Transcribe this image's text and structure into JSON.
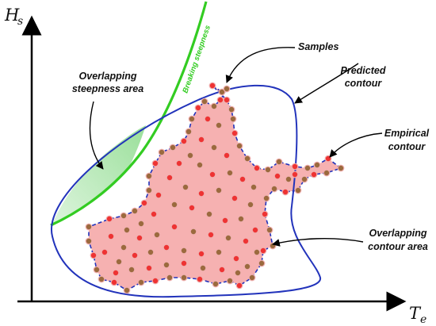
{
  "axes": {
    "y_label_main": "H",
    "y_label_sub": "s",
    "x_label_main": "T",
    "x_label_sub": "e"
  },
  "annotations": {
    "samples": "Samples",
    "predicted_line1": "Predicted",
    "predicted_line2": "contour",
    "empirical_line1": "Empirical",
    "empirical_line2": "contour",
    "overlap_steep_line1": "Overlapping",
    "overlap_steep_line2": "steepness area",
    "overlap_contour_line1": "Overlapping",
    "overlap_contour_line2": "contour area",
    "breaking_steepness": "Breaking steepness"
  },
  "colors": {
    "predicted_contour": "#2233bb",
    "empirical_contour": "#2233bb",
    "empirical_fill": "#f5a3a3",
    "sample_red": "#ee3333",
    "sample_olive": "#9b6a3e",
    "steepness_curve": "#33cc22",
    "steepness_fill": "#bdebbd"
  }
}
